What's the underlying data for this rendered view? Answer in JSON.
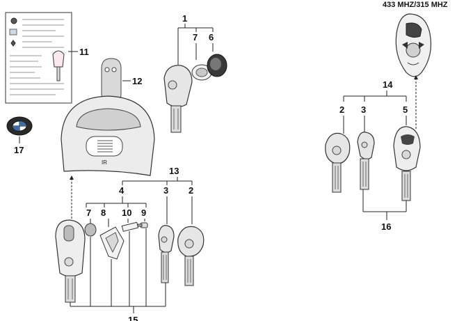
{
  "header": {
    "frequency": "433 MHZ/315 MHZ"
  },
  "callouts": {
    "c1": "1",
    "c2a": "2",
    "c2b": "2",
    "c3a": "3",
    "c3b": "3",
    "c4": "4",
    "c5": "5",
    "c6": "6",
    "c7a": "7",
    "c7b": "7",
    "c8": "8",
    "c9": "9",
    "c10": "10",
    "c11": "11",
    "c12": "12",
    "c13": "13",
    "c14": "14",
    "c15": "15",
    "c16": "16",
    "c17": "17"
  },
  "reader_label": "IR"
}
